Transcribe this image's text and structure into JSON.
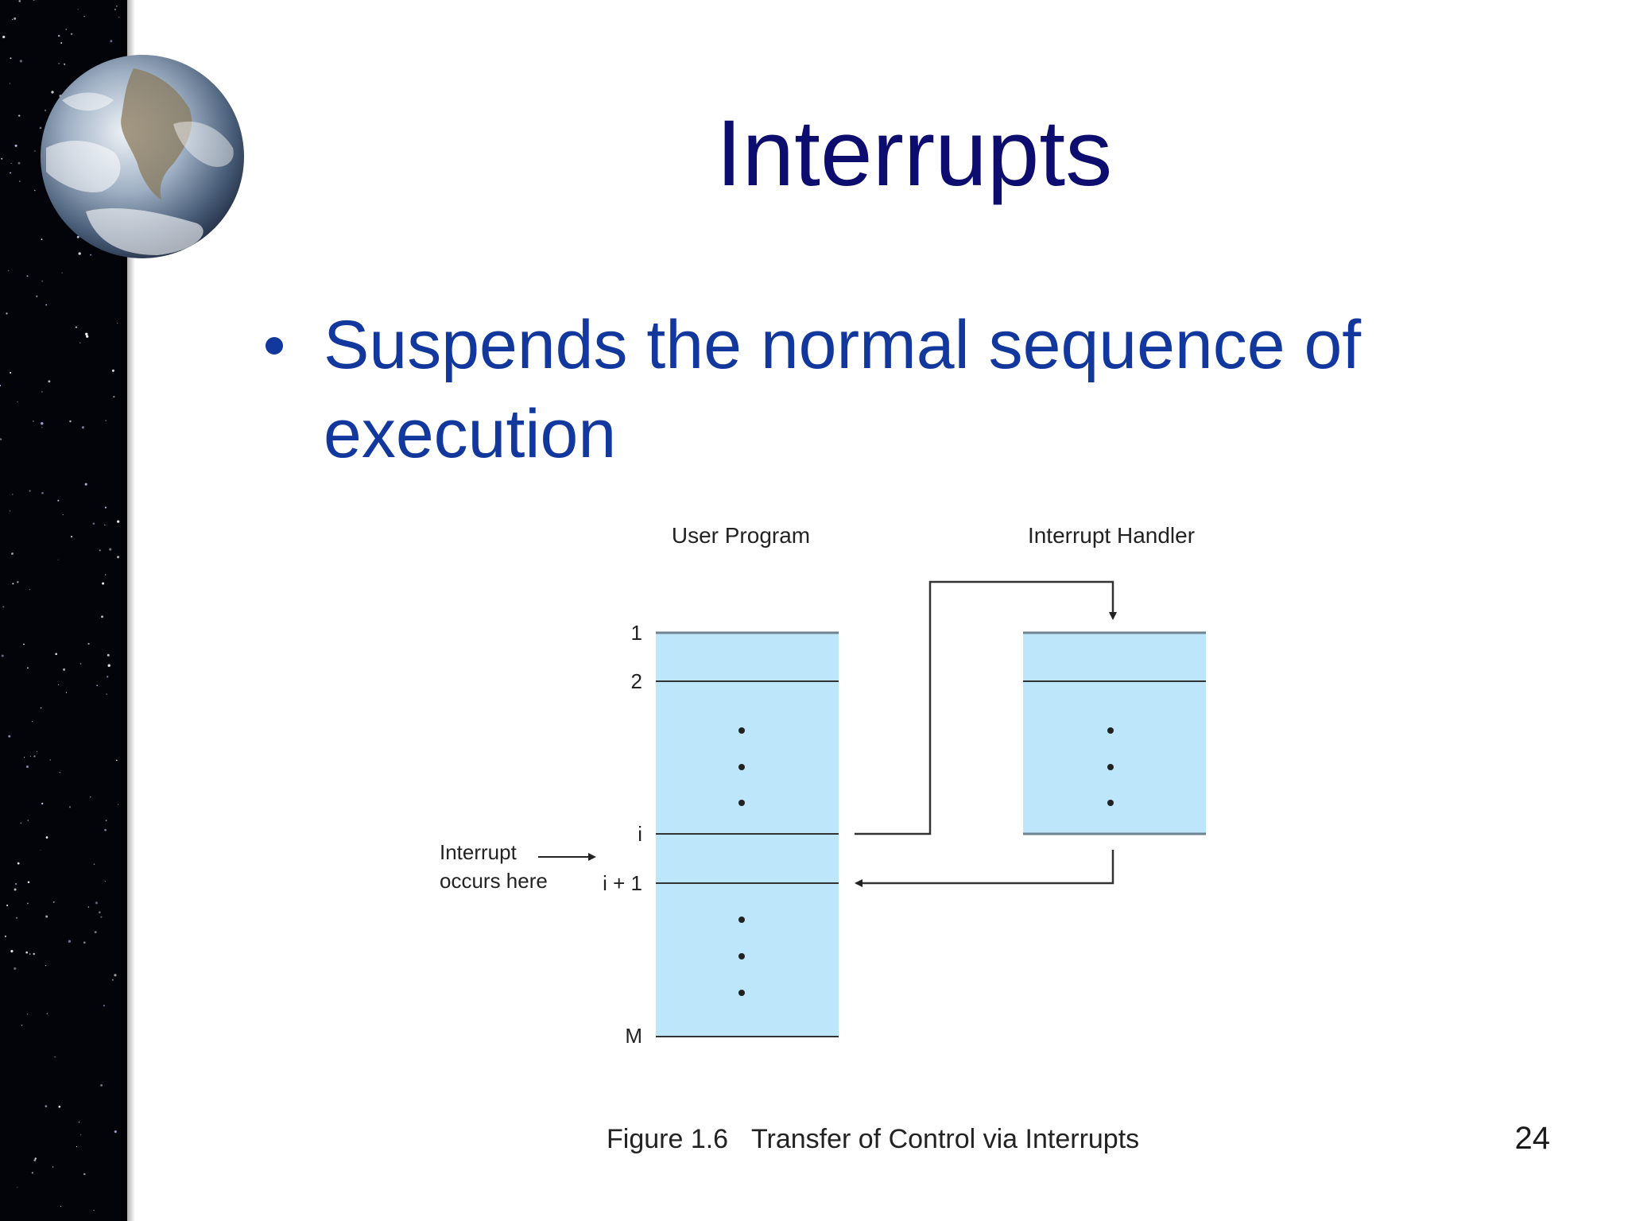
{
  "slide": {
    "title": "Interrupts",
    "bullets": [
      "Suspends the normal sequence of execution"
    ],
    "page_number": "24"
  },
  "decor": {
    "left_strip": "starfield",
    "globe": "earth-globe-image"
  },
  "figure": {
    "user_program_heading": "User Program",
    "handler_heading": "Interrupt Handler",
    "user_labels": {
      "line1": "1",
      "line2": "2",
      "line_i": "i",
      "line_i1": "i + 1",
      "line_m": "M"
    },
    "interrupt_note": [
      "Interrupt",
      "occurs here"
    ],
    "caption_number": "Figure 1.6",
    "caption_text": "Transfer of Control via  Interrupts"
  },
  "colors": {
    "title": "#0d0d70",
    "bullet": "#12389e",
    "box_fill": "#bde6fa",
    "line": "#333333"
  }
}
